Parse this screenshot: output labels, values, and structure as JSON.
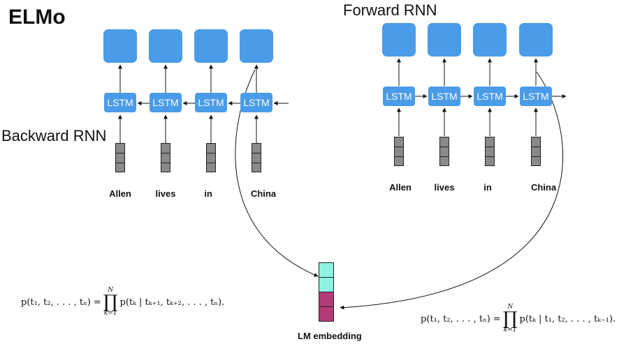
{
  "title": "ELMo",
  "backward": {
    "label": "Backward RNN",
    "cell_label": "LSTM",
    "words": [
      "Allen",
      "lives",
      "in",
      "China"
    ]
  },
  "forward": {
    "label": "Forward RNN",
    "cell_label": "LSTM",
    "words": [
      "Allen",
      "lives",
      "in",
      "China"
    ]
  },
  "embedding": {
    "label": "LM embedding"
  },
  "formulas": {
    "backward_lhs": "p(t₁, t₂, . . . , tₙ) =",
    "backward_rhs": "p(tₖ | tₖ₊₁, tₖ₊₂, . . . , tₙ).",
    "forward_lhs": "p(t₁, t₂, . . . , tₙ) =",
    "forward_rhs": "p(tₖ | t₁, t₂, . . . , tₖ₋₁).",
    "prod_upper": "N",
    "prod_lower": "k=1"
  },
  "colors": {
    "lstm": "#4a9be8",
    "output": "#4a9be8",
    "vector": "#8a8a8a",
    "embedding_top": "#8ff2e2",
    "embedding_bottom": "#b53b78"
  }
}
